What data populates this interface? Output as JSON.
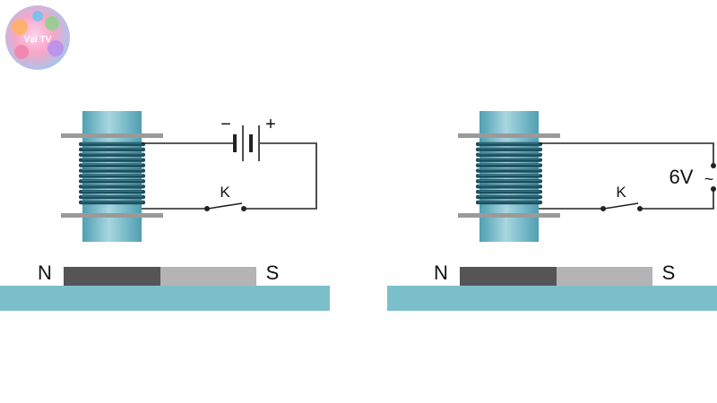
{
  "logo": {
    "text": "VạI TV"
  },
  "left_circuit": {
    "battery_minus": "−",
    "battery_plus": "+",
    "switch_label": "K",
    "magnet_north": "N",
    "magnet_south": "S"
  },
  "right_circuit": {
    "source_label": "6V",
    "ac_symbol": "~",
    "switch_label": "K",
    "magnet_north": "N",
    "magnet_south": "S"
  },
  "colors": {
    "core": "#6fb7c8",
    "table": "#7bbfcb",
    "magnet_north": "#555555",
    "magnet_south": "#b4b4b4",
    "wire": "#222222",
    "plate": "#9a9a9a"
  }
}
